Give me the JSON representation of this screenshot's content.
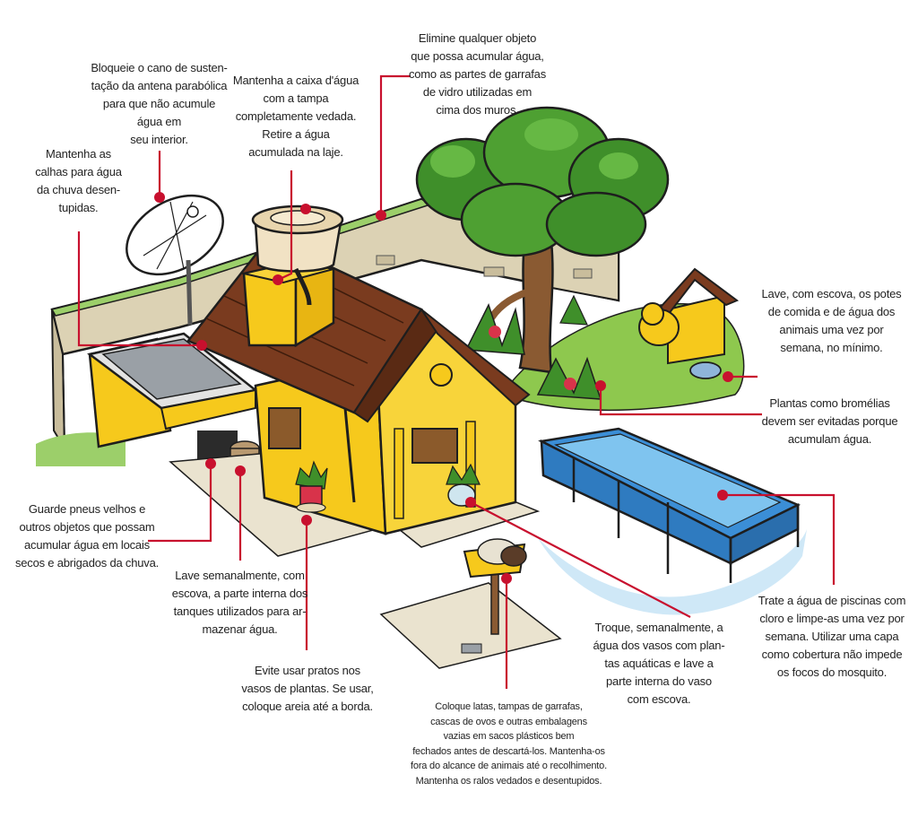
{
  "title": "",
  "colors": {
    "callout_red": "#c8102e",
    "house_yellow": "#f6c91c",
    "roof_brown": "#7a3b1f",
    "pool_blue": "#3b8ed6",
    "foliage_green": "#3f8f2a",
    "wall_beige": "#dcd2b4"
  },
  "tips": [
    {
      "name": "tip-antenna",
      "text": "Bloqueie o cano de susten-\ntação da antena parabólica\npara que não acumule\nágua em\nseu interior."
    },
    {
      "name": "tip-water-tank",
      "text": "Mantenha a  caixa d'água\ncom a tampa\ncompletamente vedada.\nRetire a água\nacumulada na laje."
    },
    {
      "name": "tip-wall-objects",
      "text": "Elimine qualquer objeto\nque possa acumular água,\ncomo as partes de garrafas\nde vidro utilizadas em\ncima dos muros."
    },
    {
      "name": "tip-gutters",
      "text": "Mantenha as\ncalhas para água\nda chuva desen-\ntupidas."
    },
    {
      "name": "tip-pet-bowls",
      "text": "Lave, com escova, os potes\nde comida e de água dos\nanimais uma vez por\nsemana, no mínimo."
    },
    {
      "name": "tip-bromeliads",
      "text": "Plantas como bromélias\ndevem ser evitadas porque\nacumulam água."
    },
    {
      "name": "tip-tires",
      "text": "Guarde pneus velhos e\noutros objetos que possam\nacumular água em locais\nsecos e abrigados da chuva."
    },
    {
      "name": "tip-tanks",
      "text": "Lave semanalmente, com\nescova, a parte interna dos\ntanques utilizados para ar-\nmazenar água."
    },
    {
      "name": "tip-plant-dishes",
      "text": "Evite usar pratos nos\nvasos de plantas. Se usar,\ncoloque areia até a borda."
    },
    {
      "name": "tip-aquatic-plants",
      "text": "Troque, semanalmente, a\nágua  dos vasos com plan-\ntas aquáticas e lave a\nparte interna do vaso\ncom escova."
    },
    {
      "name": "tip-pool",
      "text": "Trate a água de piscinas com\ncloro e limpe-as uma vez por\nsemana. Utilizar uma capa\ncomo cobertura não impede\nos focos do mosquito."
    },
    {
      "name": "tip-garbage",
      "text": "Coloque latas, tampas de garrafas,\ncascas de ovos e outras embalagens\nvazias em sacos plásticos bem\nfechados antes de descartá-los. Mantenha-os\nfora do alcance de animais até o recolhimento.\nMantenha os ralos vedados e desentupidos."
    }
  ]
}
